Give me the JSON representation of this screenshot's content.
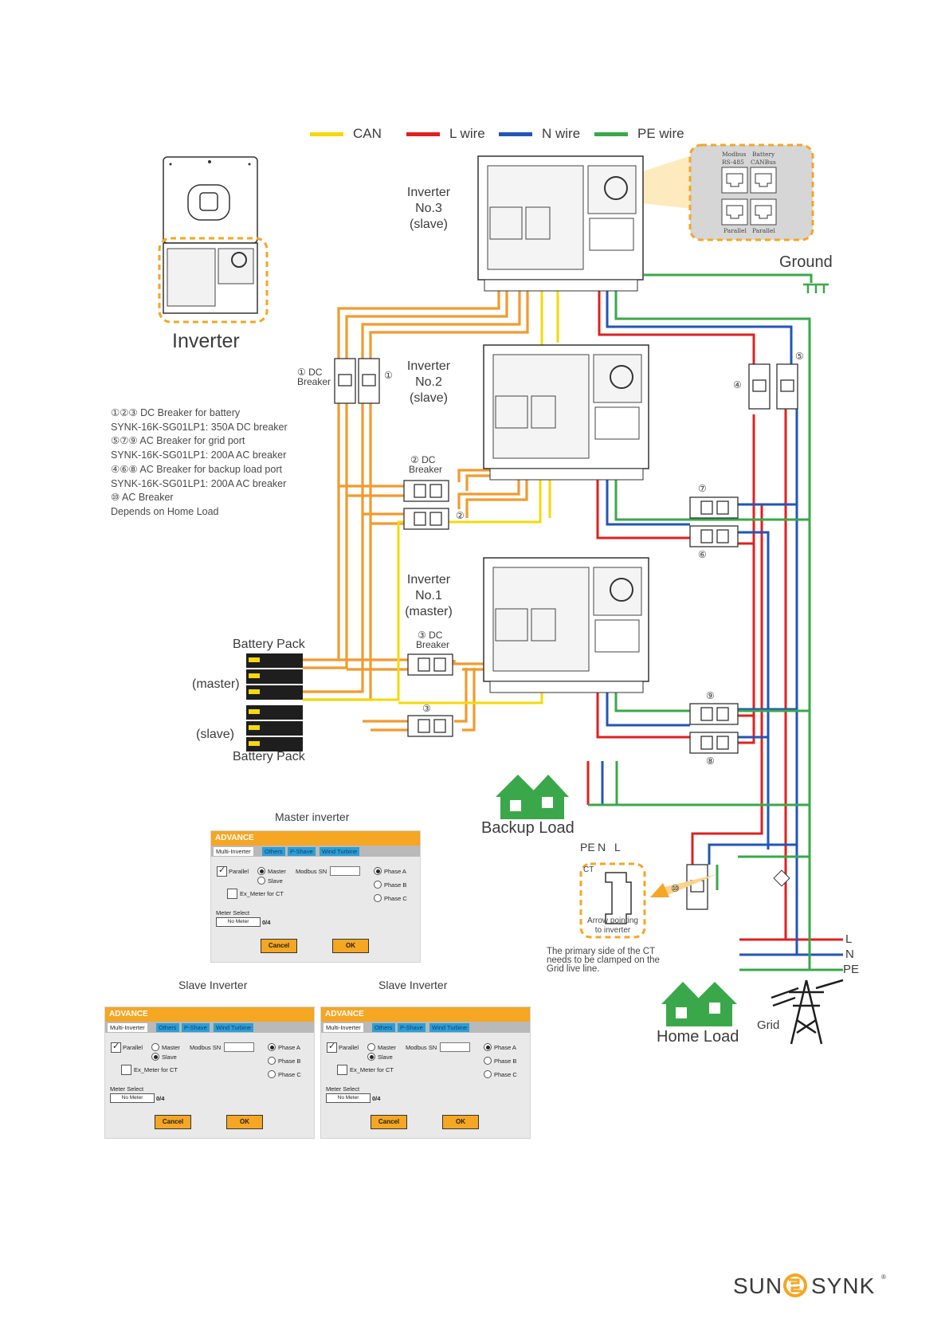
{
  "legend": [
    {
      "label": "CAN",
      "color": "#f5d90a"
    },
    {
      "label": "L wire",
      "color": "#e02020"
    },
    {
      "label": "N wire",
      "color": "#2255b8"
    },
    {
      "label": "PE wire",
      "color": "#3aa84a"
    }
  ],
  "wire_colors": {
    "battery": "#f29a2e",
    "can": "#f5d90a",
    "l": "#e02020",
    "n": "#2255b8",
    "pe": "#3aa84a"
  },
  "inverter_overview": {
    "title": "Inverter"
  },
  "inverters": [
    {
      "label_1": "Inverter",
      "label_2": "No.3",
      "label_3": "(slave)"
    },
    {
      "label_1": "Inverter",
      "label_2": "No.2",
      "label_3": "(slave)"
    },
    {
      "label_1": "Inverter",
      "label_2": "No.1",
      "label_3": "(master)"
    }
  ],
  "port_callout": {
    "modbus": "Modbus",
    "rs485": "RS-485",
    "battery": "Battery",
    "canbus": "CANBus",
    "parallel_1": "Parallel",
    "parallel_2": "Parallel"
  },
  "ground": "Ground",
  "breaker_labels": {
    "dc1_num": "① DC",
    "dc1_word": "Breaker",
    "dc1_right": "①",
    "dc2_num": "② DC",
    "dc2_word": "Breaker",
    "dc2_right": "②",
    "dc3_num": "③ DC",
    "dc3_word": "Breaker",
    "dc3_lower": "③",
    "ac4": "④",
    "ac5": "⑤",
    "ac6": "⑥",
    "ac7": "⑦",
    "ac8": "⑧",
    "ac9": "⑨",
    "ac10": "⑩"
  },
  "notes": [
    "①②③ DC Breaker for battery",
    "SYNK-16K-SG01LP1: 350A DC breaker",
    "⑤⑦⑨ AC Breaker for grid port",
    "SYNK-16K-SG01LP1: 200A AC breaker",
    "④⑥⑧ AC Breaker for backup load port",
    "SYNK-16K-SG01LP1: 200A AC breaker",
    "⑩ AC Breaker",
    "Depends on Home Load"
  ],
  "battery": {
    "top_label": "Battery Pack",
    "master": "(master)",
    "slave": "(slave)",
    "bottom_label": "Battery Pack"
  },
  "backup_load": {
    "label": "Backup Load",
    "pe": "PE",
    "n": "N",
    "l": "L"
  },
  "ct": {
    "tag": "CT",
    "arrow_text_1": "Arrow pointing",
    "arrow_text_2": "to inverter",
    "note_1": "The primary side of the CT",
    "note_2": "needs to be clamped on the",
    "note_3": "Grid live line."
  },
  "home_load": {
    "label": "Home Load"
  },
  "grid": {
    "label": "Grid",
    "l": "L",
    "n": "N",
    "pe": "PE"
  },
  "panels": [
    {
      "caption": "Master inverter",
      "header": "ADVANCE",
      "tabs": [
        "Multi-Inverter",
        "Others",
        "P-Shave",
        "Wind Turbine"
      ],
      "parallel": "Parallel",
      "master": "Master",
      "slave": "Slave",
      "modbus_sn": "Modbus SN",
      "phase_a": "Phase A",
      "phase_b": "Phase B",
      "phase_c": "Phase C",
      "ex_meter": "Ex_Meter for CT",
      "meter_select": "Meter Select",
      "meter_value": "No Meter",
      "meter_count": "0/4",
      "cancel": "Cancel",
      "ok": "OK",
      "selected_role": "master",
      "parallel_checked": true,
      "ex_meter_checked": false
    },
    {
      "caption": "Slave Inverter",
      "header": "ADVANCE",
      "tabs": [
        "Multi-Inverter",
        "Others",
        "P-Shave",
        "Wind Turbine"
      ],
      "parallel": "Parallel",
      "master": "Master",
      "slave": "Slave",
      "modbus_sn": "Modbus SN",
      "phase_a": "Phase A",
      "phase_b": "Phase B",
      "phase_c": "Phase C",
      "ex_meter": "Ex_Meter for CT",
      "meter_select": "Meter Select",
      "meter_value": "No Meter",
      "meter_count": "0/4",
      "cancel": "Cancel",
      "ok": "OK",
      "selected_role": "slave",
      "parallel_checked": true,
      "ex_meter_checked": false
    },
    {
      "caption": "Slave Inverter",
      "header": "ADVANCE",
      "tabs": [
        "Multi-Inverter",
        "Others",
        "P-Shave",
        "Wind Turbine"
      ],
      "parallel": "Parallel",
      "master": "Master",
      "slave": "Slave",
      "modbus_sn": "Modbus SN",
      "phase_a": "Phase A",
      "phase_b": "Phase B",
      "phase_c": "Phase C",
      "ex_meter": "Ex_Meter for CT",
      "meter_select": "Meter Select",
      "meter_value": "No Meter",
      "meter_count": "0/4",
      "cancel": "Cancel",
      "ok": "OK",
      "selected_role": "slave",
      "parallel_checked": true,
      "ex_meter_checked": false
    }
  ],
  "brand": {
    "left": "SUN",
    "right": "SYNK",
    "mark": "®",
    "logo_color": "#f5a623"
  }
}
